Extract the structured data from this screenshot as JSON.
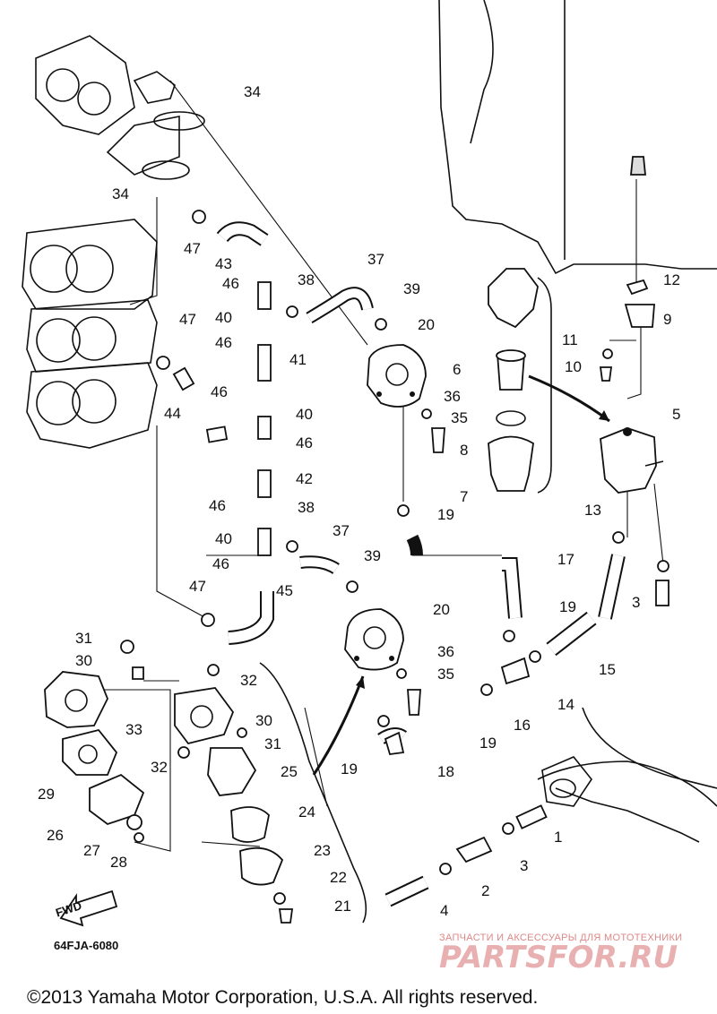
{
  "diagram": {
    "code": "64FJA-6080",
    "fwd": "FWD",
    "copyright": "©2013 Yamaha Motor Corporation, U.S.A. All rights reserved.",
    "watermark_line": "ЗАПЧАСТИ И АКСЕССУАРЫ ДЛЯ МОТОТЕХНИКИ",
    "watermark_logo": "PARTSFOR.RU",
    "watermark_color": "#e8b0b0"
  },
  "labels": [
    {
      "id": "34a",
      "text": "34"
    },
    {
      "id": "34b",
      "text": "34"
    },
    {
      "id": "47a",
      "text": "47"
    },
    {
      "id": "43",
      "text": "43"
    },
    {
      "id": "46a",
      "text": "46"
    },
    {
      "id": "37a",
      "text": "37"
    },
    {
      "id": "38a",
      "text": "38"
    },
    {
      "id": "39a",
      "text": "39"
    },
    {
      "id": "40a",
      "text": "40"
    },
    {
      "id": "47b",
      "text": "47"
    },
    {
      "id": "46b",
      "text": "46"
    },
    {
      "id": "41",
      "text": "41"
    },
    {
      "id": "20a",
      "text": "20"
    },
    {
      "id": "6",
      "text": "6"
    },
    {
      "id": "12",
      "text": "12"
    },
    {
      "id": "9",
      "text": "9"
    },
    {
      "id": "11",
      "text": "11"
    },
    {
      "id": "10",
      "text": "10"
    },
    {
      "id": "46c",
      "text": "46"
    },
    {
      "id": "44",
      "text": "44"
    },
    {
      "id": "40b",
      "text": "40"
    },
    {
      "id": "36a",
      "text": "36"
    },
    {
      "id": "35a",
      "text": "35"
    },
    {
      "id": "8",
      "text": "8"
    },
    {
      "id": "5",
      "text": "5"
    },
    {
      "id": "46d",
      "text": "46"
    },
    {
      "id": "42",
      "text": "42"
    },
    {
      "id": "7",
      "text": "7"
    },
    {
      "id": "46e",
      "text": "46"
    },
    {
      "id": "38b",
      "text": "38"
    },
    {
      "id": "19a",
      "text": "19"
    },
    {
      "id": "13",
      "text": "13"
    },
    {
      "id": "40c",
      "text": "40"
    },
    {
      "id": "37b",
      "text": "37"
    },
    {
      "id": "17",
      "text": "17"
    },
    {
      "id": "46f",
      "text": "46"
    },
    {
      "id": "39b",
      "text": "39"
    },
    {
      "id": "3a",
      "text": "3"
    },
    {
      "id": "47c",
      "text": "47"
    },
    {
      "id": "45",
      "text": "45"
    },
    {
      "id": "20b",
      "text": "20"
    },
    {
      "id": "19b",
      "text": "19"
    },
    {
      "id": "31a",
      "text": "31"
    },
    {
      "id": "30a",
      "text": "30"
    },
    {
      "id": "36b",
      "text": "36"
    },
    {
      "id": "15",
      "text": "15"
    },
    {
      "id": "32a",
      "text": "32"
    },
    {
      "id": "35b",
      "text": "35"
    },
    {
      "id": "14",
      "text": "14"
    },
    {
      "id": "33",
      "text": "33"
    },
    {
      "id": "30b",
      "text": "30"
    },
    {
      "id": "31b",
      "text": "31"
    },
    {
      "id": "19c",
      "text": "19"
    },
    {
      "id": "16",
      "text": "16"
    },
    {
      "id": "32b",
      "text": "32"
    },
    {
      "id": "25",
      "text": "25"
    },
    {
      "id": "19d",
      "text": "19"
    },
    {
      "id": "18",
      "text": "18"
    },
    {
      "id": "29",
      "text": "29"
    },
    {
      "id": "24",
      "text": "24"
    },
    {
      "id": "26",
      "text": "26"
    },
    {
      "id": "1",
      "text": "1"
    },
    {
      "id": "27",
      "text": "27"
    },
    {
      "id": "23",
      "text": "23"
    },
    {
      "id": "28",
      "text": "28"
    },
    {
      "id": "3b",
      "text": "3"
    },
    {
      "id": "22",
      "text": "22"
    },
    {
      "id": "2",
      "text": "2"
    },
    {
      "id": "21",
      "text": "21"
    },
    {
      "id": "4",
      "text": "4"
    }
  ]
}
